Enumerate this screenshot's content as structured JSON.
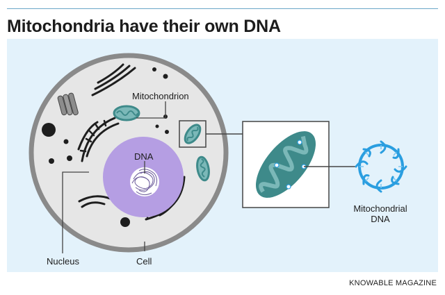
{
  "header": {
    "title": "Mitochondria have their own DNA"
  },
  "labels": {
    "mitochondrion": "Mitochondrion",
    "dna": "DNA",
    "nucleus": "Nucleus",
    "cell": "Cell",
    "mito_dna_line1": "Mitochondrial",
    "mito_dna_line2": "DNA"
  },
  "footer": {
    "credit": "KNOWABLE MAGAZINE"
  },
  "colors": {
    "background": "#e3f2fb",
    "cell_membrane": "#8a8a8a",
    "cytoplasm": "#e6e6e6",
    "nucleus": "#b59ee3",
    "mitochondrion": "#3e8a8a",
    "mito_dna_helix": "#2a9ee0"
  }
}
